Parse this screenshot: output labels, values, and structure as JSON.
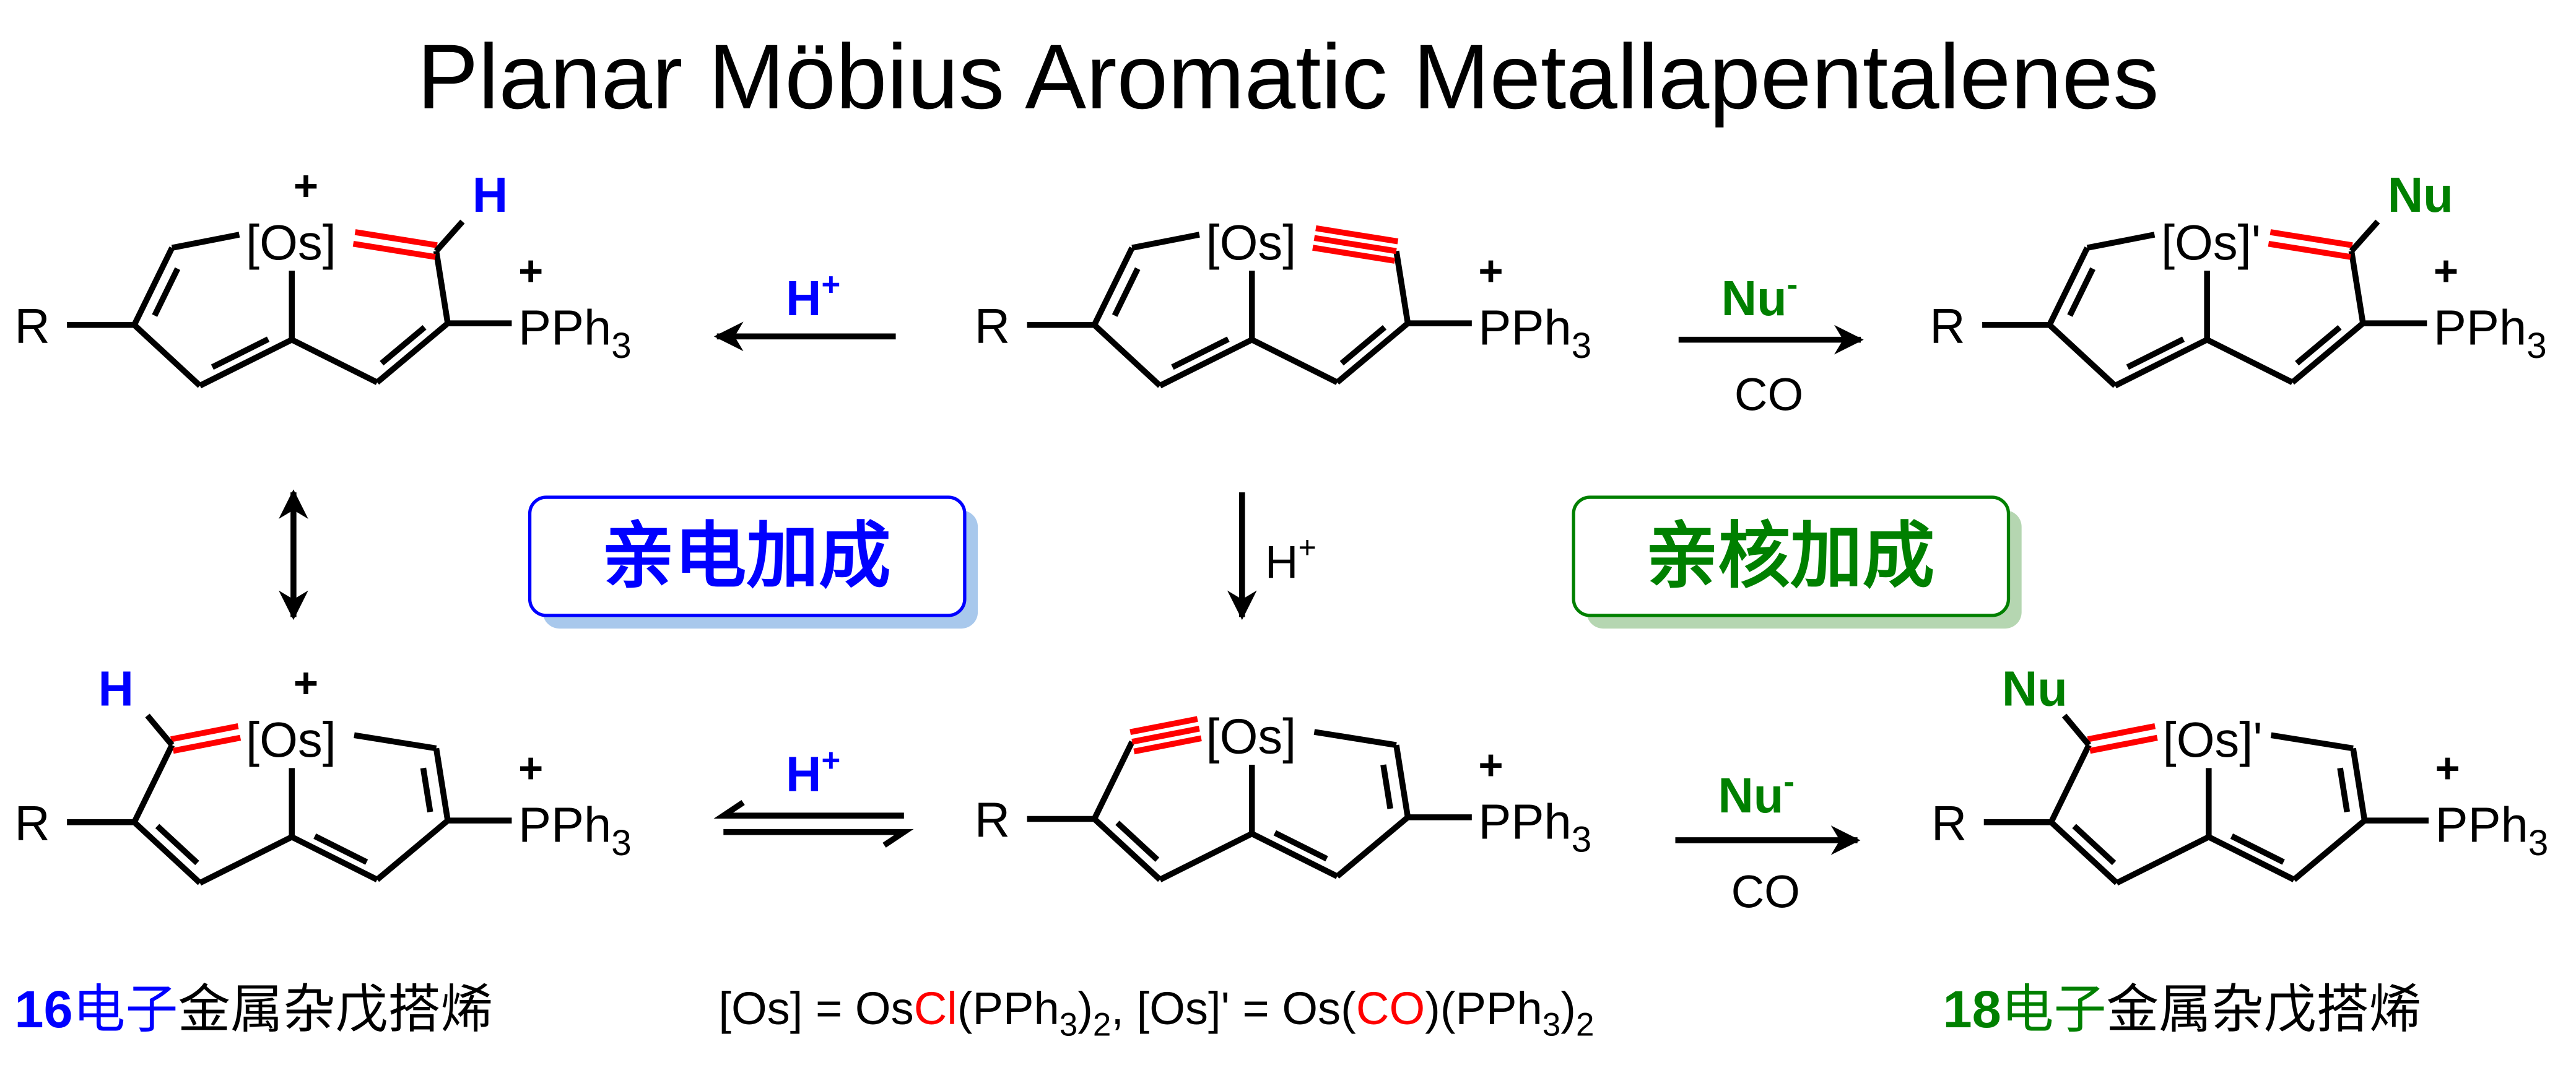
{
  "title": "Planar Möbius Aromatic Metallapentalenes",
  "colors": {
    "blue": "#0000ff",
    "green": "#008000",
    "red": "#ff0000",
    "black": "#000000"
  },
  "molecules": [
    {
      "id": "top-left",
      "os": "[Os]",
      "charge": "+",
      "r": "R",
      "pph": "PPh",
      "pph_sub": "3",
      "p_charge": "+",
      "sub": "H",
      "sub_color": "#0000ff",
      "metal_bond": "double",
      "side": "right",
      "os_charge": true
    },
    {
      "id": "top-center",
      "os": "[Os]",
      "charge": "",
      "r": "R",
      "pph": "PPh",
      "pph_sub": "3",
      "p_charge": "+",
      "sub": "",
      "sub_color": "#000000",
      "metal_bond": "triple",
      "side": "right",
      "os_charge": false
    },
    {
      "id": "top-right",
      "os": "[Os]'",
      "charge": "",
      "r": "R",
      "pph": "PPh",
      "pph_sub": "3",
      "p_charge": "+",
      "sub": "Nu",
      "sub_color": "#008000",
      "metal_bond": "double",
      "side": "right",
      "os_charge": false
    },
    {
      "id": "bottom-left",
      "os": "[Os]",
      "charge": "+",
      "r": "R",
      "pph": "PPh",
      "pph_sub": "3",
      "p_charge": "+",
      "sub": "H",
      "sub_color": "#0000ff",
      "metal_bond": "double",
      "side": "left",
      "os_charge": true
    },
    {
      "id": "bottom-center",
      "os": "[Os]",
      "charge": "",
      "r": "R",
      "pph": "PPh",
      "pph_sub": "3",
      "p_charge": "+",
      "sub": "",
      "sub_color": "#000000",
      "metal_bond": "triple",
      "side": "left",
      "os_charge": false
    },
    {
      "id": "bottom-right",
      "os": "[Os]'",
      "charge": "",
      "r": "R",
      "pph": "PPh",
      "pph_sub": "3",
      "p_charge": "+",
      "sub": "Nu",
      "sub_color": "#008000",
      "metal_bond": "double",
      "side": "left",
      "os_charge": false
    }
  ],
  "arrows": {
    "top_left_reagent": "H",
    "top_left_reagent_sup": "+",
    "top_right_reagent": "Nu",
    "top_right_reagent_sup": "-",
    "top_right_cond": "CO",
    "middle_down_reagent": "H",
    "middle_down_reagent_sup": "+",
    "bottom_left_reagent": "H",
    "bottom_left_reagent_sup": "+",
    "bottom_right_reagent": "Nu",
    "bottom_right_reagent_sup": "-",
    "bottom_right_cond": "CO"
  },
  "boxes": {
    "electrophilic": "亲电加成",
    "nucleophilic": "亲核加成"
  },
  "footer": {
    "left_num": "16",
    "left_mid": "电子",
    "left_rest": "金属杂戊搭烯",
    "right_num": "18",
    "right_mid": "电子",
    "right_rest": "金属杂戊搭烯",
    "formula": [
      {
        "t": "[Os] = Os",
        "c": "#000000"
      },
      {
        "t": "Cl",
        "c": "#ff0000"
      },
      {
        "t": "(PPh",
        "c": "#000000"
      },
      {
        "t": "3",
        "c": "#000000",
        "sub": true
      },
      {
        "t": ")",
        "c": "#000000"
      },
      {
        "t": "2",
        "c": "#000000",
        "sub": true
      },
      {
        "t": ", [Os]' = Os(",
        "c": "#000000"
      },
      {
        "t": "CO",
        "c": "#ff0000"
      },
      {
        "t": ")(PPh",
        "c": "#000000"
      },
      {
        "t": "3",
        "c": "#000000",
        "sub": true
      },
      {
        "t": ")",
        "c": "#000000"
      },
      {
        "t": "2",
        "c": "#000000",
        "sub": true
      }
    ]
  }
}
